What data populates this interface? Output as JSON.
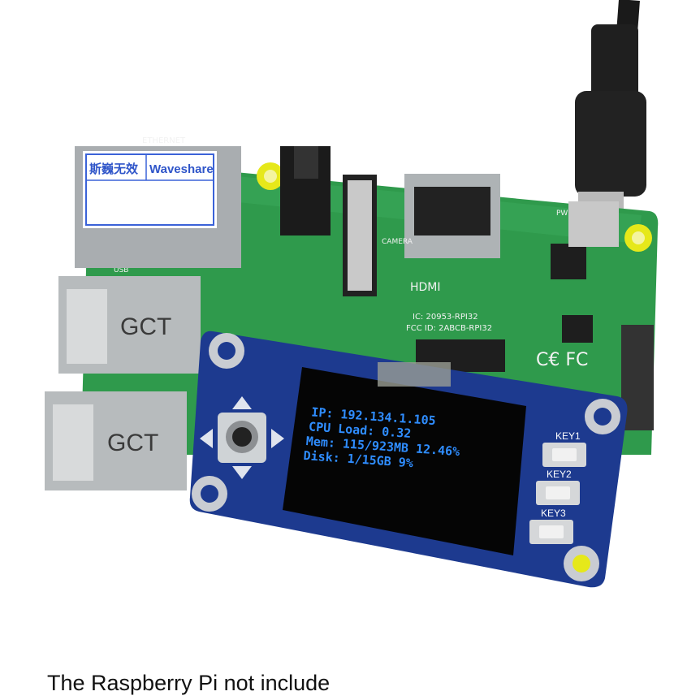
{
  "caption": "The Raspberry Pi not include",
  "oled": {
    "lines": [
      "IP: 192.134.1.105",
      "CPU Load: 0.32",
      "Mem: 115/923MB 12.46%",
      "Disk: 1/15GB 9%"
    ],
    "text_color": "#2f8dff"
  },
  "keys": [
    "KEY1",
    "KEY2",
    "KEY3"
  ],
  "sticker": {
    "left_text": "斯巍无效",
    "right_text": "Waveshare"
  },
  "usb_labels": [
    "GCT",
    "GCT"
  ],
  "pcb_marks": {
    "hdmi": "HDMI",
    "ethernet": "ETHERNET",
    "fcc_id": "FCC ID: 2ABCB-RPI32",
    "ic": "IC: 20953-RPI32",
    "pwr": "PWR",
    "camera": "CAMERA",
    "usb": "USB"
  },
  "colors": {
    "pcb_green": "#2f9a4c",
    "hat_blue": "#1d3a8f",
    "screen": "#050505"
  }
}
